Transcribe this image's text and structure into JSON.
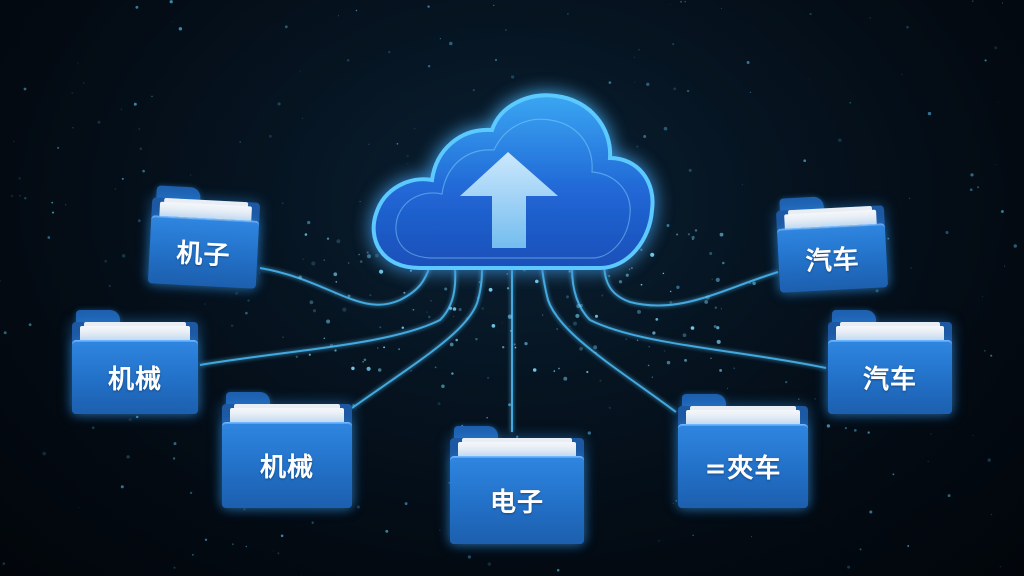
{
  "folders": [
    {
      "id": "left-top",
      "label": "机子"
    },
    {
      "id": "left-mid",
      "label": "机械"
    },
    {
      "id": "left-low",
      "label": "机械"
    },
    {
      "id": "center",
      "label": "电子"
    },
    {
      "id": "right-low",
      "label": "=夾车"
    },
    {
      "id": "right-mid",
      "label": "汽车"
    },
    {
      "id": "right-top",
      "label": "汽车"
    }
  ],
  "icons": {
    "cloud": "cloud-upload-icon",
    "arrow": "up-arrow-icon",
    "folder": "folder-icon"
  },
  "colors": {
    "background": "#03080f",
    "cloud_glow": "#3fb4ff",
    "folder_blue": "#2270c7",
    "line_glow": "#4fc3ff"
  }
}
